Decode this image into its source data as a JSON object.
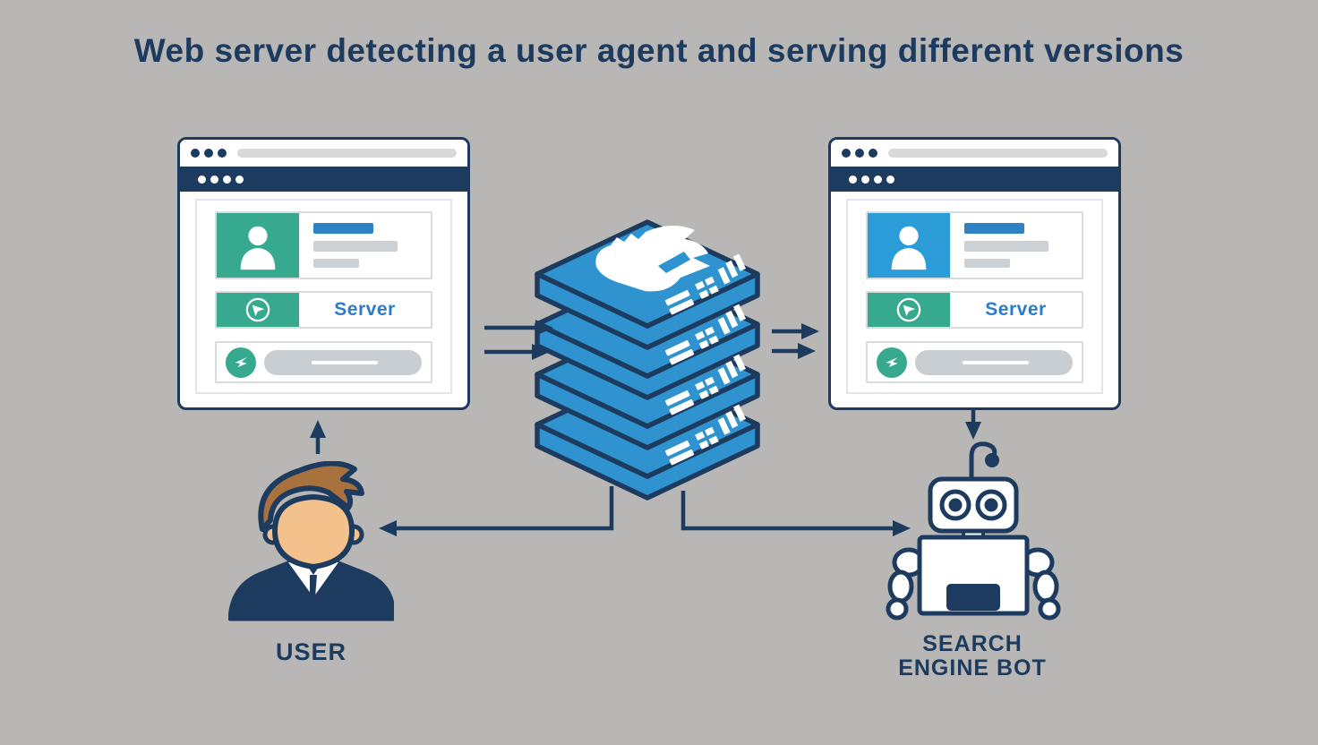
{
  "title": "Web server detecting a user agent and serving different versions",
  "left_browser": {
    "server_label": "Server"
  },
  "right_browser": {
    "server_label": "Server"
  },
  "server_stack": {
    "layers": 4,
    "icon": "falcon-icon"
  },
  "actors": {
    "user": {
      "label": "USER"
    },
    "bot": {
      "label_line1": "SEARCH",
      "label_line2": "ENGINE BOT"
    }
  },
  "colors": {
    "background": "#b8b7b5",
    "navy": "#1d3b5e",
    "teal": "#36a98e",
    "blue": "#2b9cd8",
    "server-blue": "#2e93cf",
    "link-blue": "#2b7cc9",
    "bar-blue": "#2e82c4",
    "gray-bar": "#ccd1d6",
    "skin": "#f3c28c",
    "hair": "#a9713d"
  }
}
